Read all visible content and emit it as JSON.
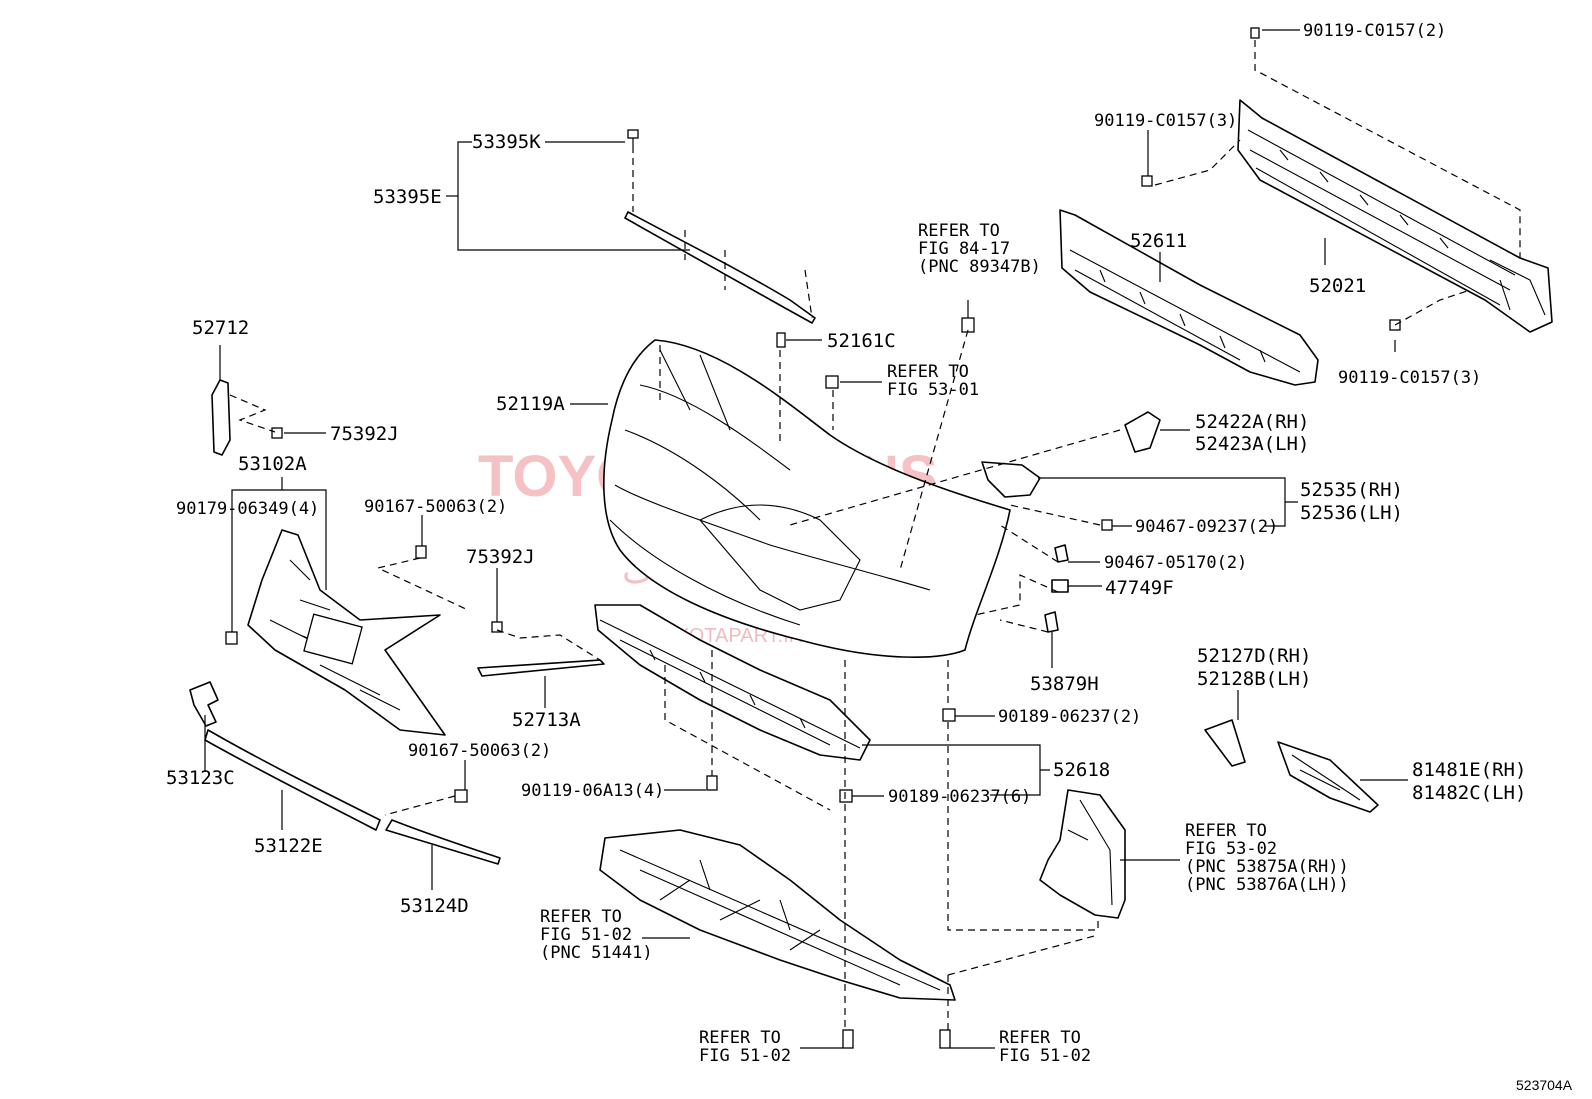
{
  "diagram_id": "523704A",
  "watermark": {
    "brand": "TOYOTA ORANS",
    "persian": "تویوتا اورانگ",
    "site": "TOYOTAPART.IR"
  },
  "labels": {
    "p90119_c0157_2": "90119-C0157(2)",
    "p90119_c0157_3a": "90119-C0157(3)",
    "p90119_c0157_3b": "90119-C0157(3)",
    "p52611": "52611",
    "p52021": "52021",
    "p53395k": "53395K",
    "p53395e": "53395E",
    "p52161c": "52161C",
    "ref84_line1": "REFER TO",
    "ref84_line2": "FIG 84-17",
    "ref84_line3": "(PNC 89347B)",
    "ref5301_line1": "REFER TO",
    "ref5301_line2": "FIG 53-01",
    "p52712": "52712",
    "p75392j_a": "75392J",
    "p52119a": "52119A",
    "p52422a": "52422A(RH)",
    "p52423a": "52423A(LH)",
    "p53102a": "53102A",
    "p90179": "90179-06349(4)",
    "p90167_a": "90167-50063(2)",
    "p52535": "52535(RH)",
    "p52536": "52536(LH)",
    "p90467_09237": "90467-09237(2)",
    "p90467_05170": "90467-05170(2)",
    "p75392j_b": "75392J",
    "p47749f": "47749F",
    "p53879h": "53879H",
    "p52127d": "52127D(RH)",
    "p52128b": "52128B(LH)",
    "p52713a": "52713A",
    "p90189_a": "90189-06237(2)",
    "p90167_b": "90167-50063(2)",
    "p53123c": "53123C",
    "p52618": "52618",
    "p81481e": "81481E(RH)",
    "p81482c": "81482C(LH)",
    "p90119_06a13": "90119-06A13(4)",
    "p90189_b": "90189-06237(6)",
    "p53122e": "53122E",
    "ref5302_line1": "REFER TO",
    "ref5302_line2": "FIG 53-02",
    "ref5302_line3": "(PNC 53875A(RH))",
    "ref5302_line4": "(PNC 53876A(LH))",
    "p53124d": "53124D",
    "ref5102a_line1": "REFER TO",
    "ref5102a_line2": "FIG 51-02",
    "ref5102a_line3": "(PNC 51441)",
    "ref5102b_line1": "REFER TO",
    "ref5102b_line2": "FIG 51-02",
    "ref5102c_line1": "REFER TO",
    "ref5102c_line2": "FIG 51-02"
  }
}
